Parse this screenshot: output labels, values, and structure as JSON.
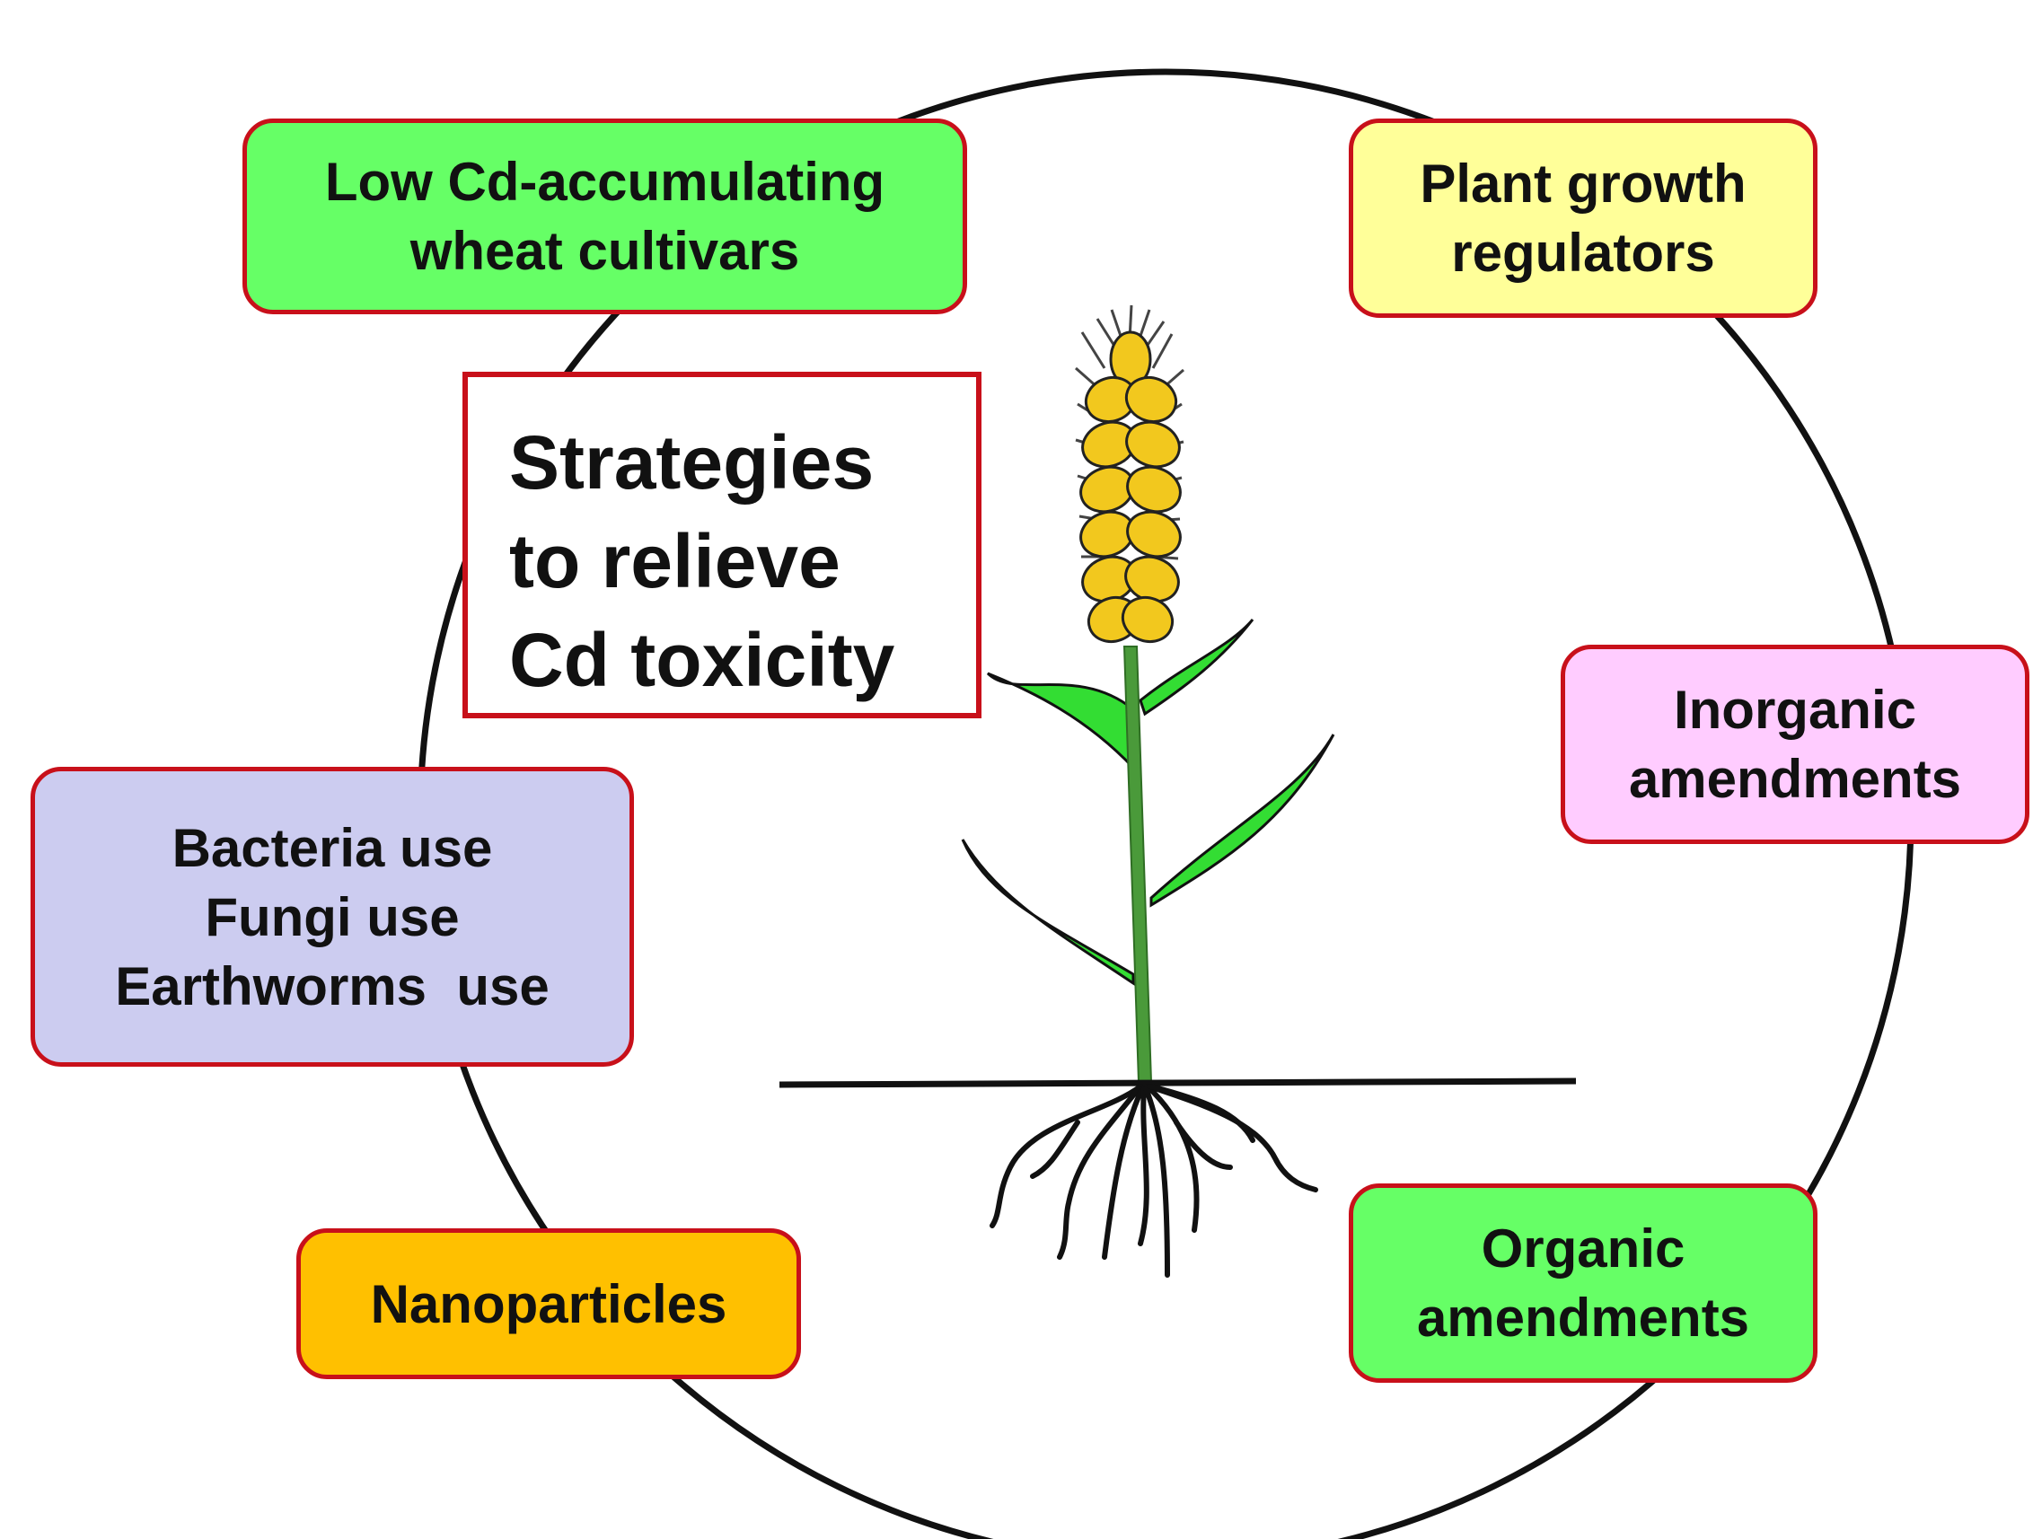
{
  "title": {
    "lines": [
      "Strategies",
      "to relieve",
      "Cd toxicity"
    ]
  },
  "strategies": {
    "low_cd": {
      "lines": [
        "Low Cd-accumulating",
        "wheat cultivars"
      ],
      "color": "#66ff66"
    },
    "pgr": {
      "lines": [
        "Plant growth",
        "regulators"
      ],
      "color": "#ffff99"
    },
    "inorganic": {
      "lines": [
        "Inorganic",
        "amendments"
      ],
      "color": "#ffccff"
    },
    "organic": {
      "lines": [
        "Organic",
        "amendments"
      ],
      "color": "#66ff66"
    },
    "nano": {
      "lines": [
        "Nanoparticles"
      ],
      "color": "#ffc000"
    },
    "bio": {
      "lines": [
        "Bacteria use",
        "Fungi use",
        "Earthworms  use"
      ],
      "color": "#ccccf0"
    }
  },
  "colors": {
    "border": "#c8101a",
    "stem": "#4a9a3a",
    "leaf": "#33dd33",
    "grain": "#f2c81e"
  },
  "icons": [
    "wheat-plant-illustration",
    "cycle-circle"
  ]
}
